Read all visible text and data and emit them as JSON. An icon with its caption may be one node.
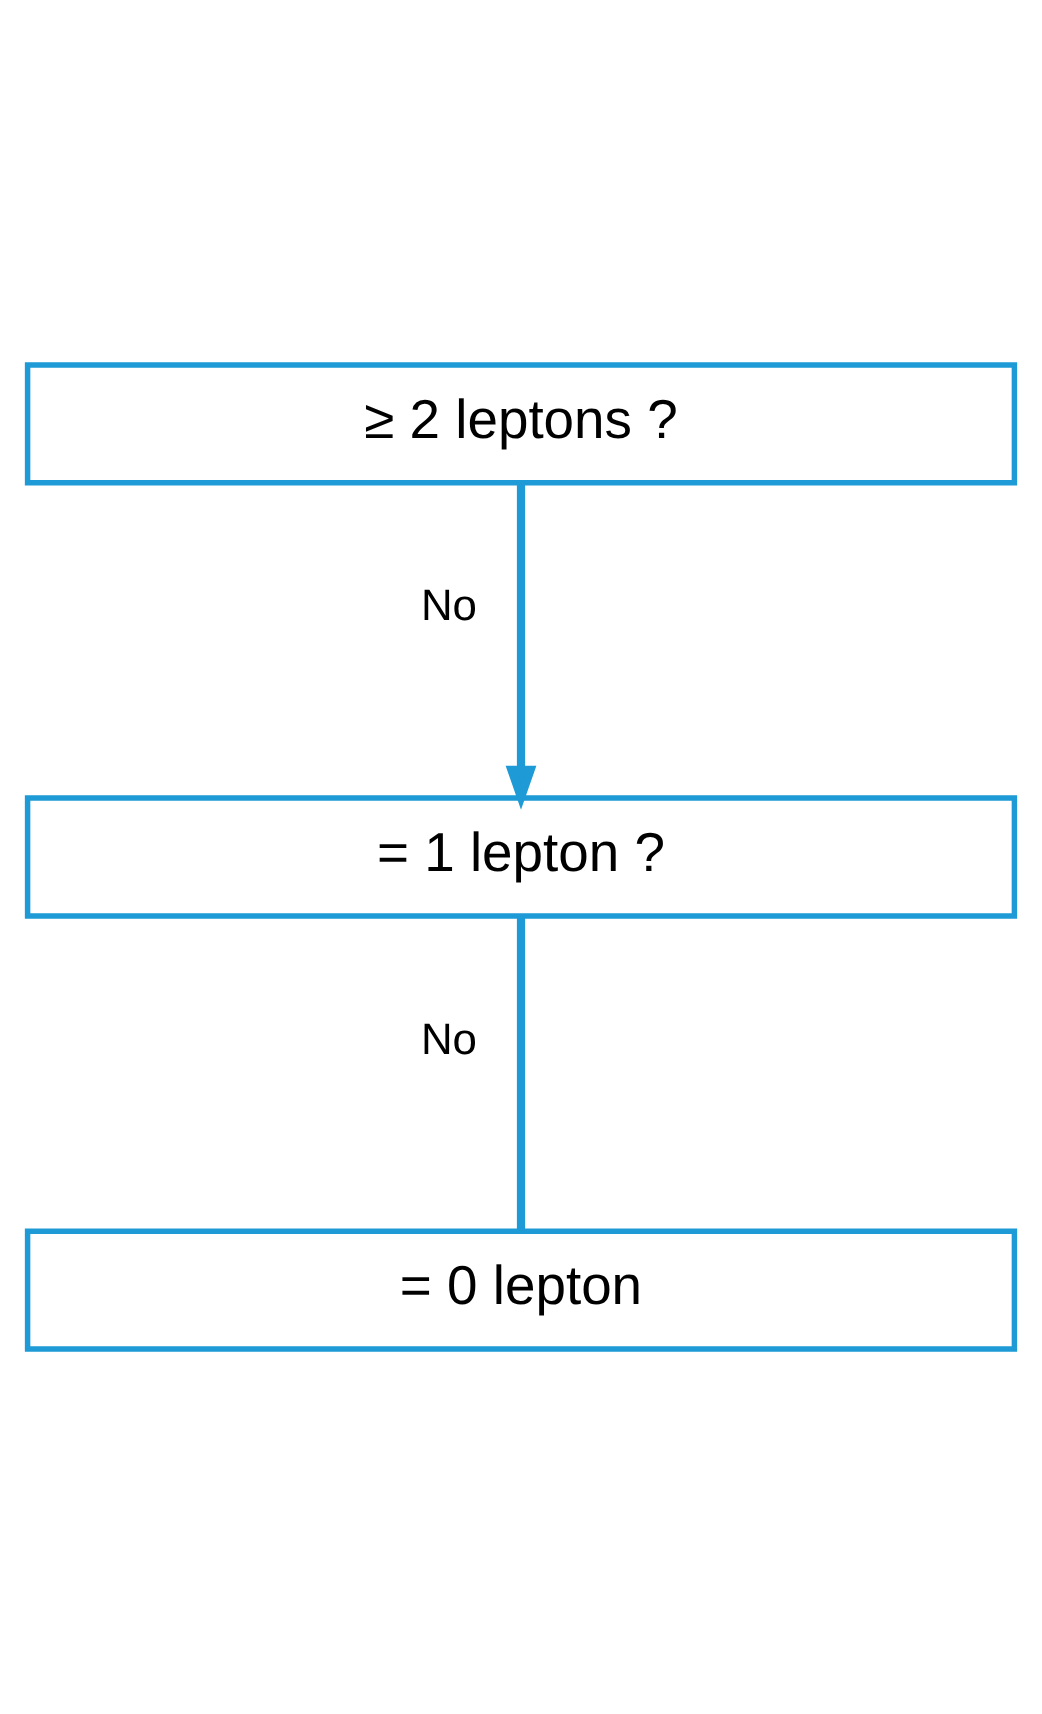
{
  "diagram": {
    "nodes": [
      {
        "text": [
          "≥ 2 leptons ?"
        ]
      },
      {
        "text": [
          "= 1 lepton ?"
        ]
      },
      {
        "text": [
          "= 0 lepton"
        ]
      }
    ],
    "edges": [
      {
        "from": 0,
        "to": 1,
        "arrow": "to",
        "label": "No"
      },
      {
        "from": 1,
        "to": 2,
        "arrow": "none",
        "label": "No"
      }
    ]
  }
}
